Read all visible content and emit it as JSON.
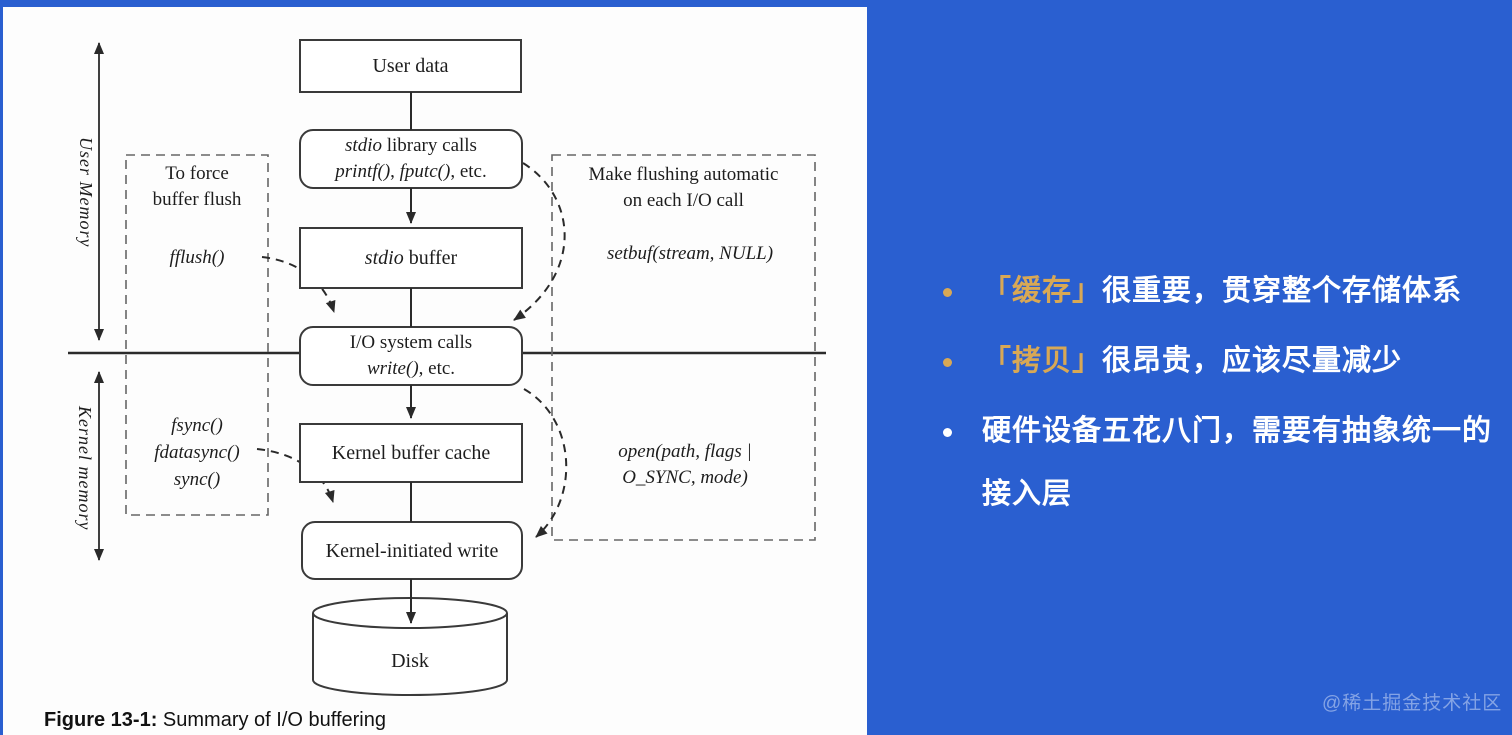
{
  "slide": {
    "background_color": "#2A5FD0",
    "panel_color": "#FDFDFD",
    "accent_gold": "#D8A855"
  },
  "figure": {
    "axis": {
      "user_label": "User Memory",
      "kernel_label": "Kernel memory"
    },
    "boxes": {
      "user_data": "User data",
      "stdio_calls_l1_it": "stdio",
      "stdio_calls_l1": " library calls",
      "stdio_calls_l2_it1": "printf()",
      "stdio_calls_l2_sep": ", ",
      "stdio_calls_l2_it2": "fputc()",
      "stdio_calls_l2": ", etc.",
      "stdio_buffer_it": "stdio",
      "stdio_buffer": " buffer",
      "io_calls_l1": "I/O system calls",
      "io_calls_l2_it": "write()",
      "io_calls_l2": ", etc.",
      "kernel_cache": "Kernel buffer cache",
      "kernel_write": "Kernel-initiated write",
      "disk": "Disk"
    },
    "left_note": {
      "title_l1": "To force",
      "title_l2": "buffer flush",
      "flush_fn": "fflush()",
      "sync_fn1": "fsync()",
      "sync_fn2": "fdatasync()",
      "sync_fn3": "sync()"
    },
    "right_note": {
      "title_l1": "Make flushing automatic",
      "title_l2": "on each I/O call",
      "setbuf_fn": "setbuf(stream, NULL)",
      "open_fn_l1": "open(path, flags |",
      "open_fn_l2": "O_SYNC, mode)"
    },
    "caption_label": "Figure 13-1:",
    "caption_text": " Summary of I/O buffering"
  },
  "bullets": [
    {
      "dot_color": "#D8A855",
      "highlight": "「缓存」",
      "text": "很重要，贯穿整个存储体系"
    },
    {
      "dot_color": "#D8A855",
      "highlight": "「拷贝」",
      "text": "很昂贵，应该尽量减少"
    },
    {
      "dot_color": "#FFFFFF",
      "highlight": "",
      "text": "硬件设备五花八门，需要有抽象统一的接入层"
    }
  ],
  "watermark": "@稀土掘金技术社区"
}
